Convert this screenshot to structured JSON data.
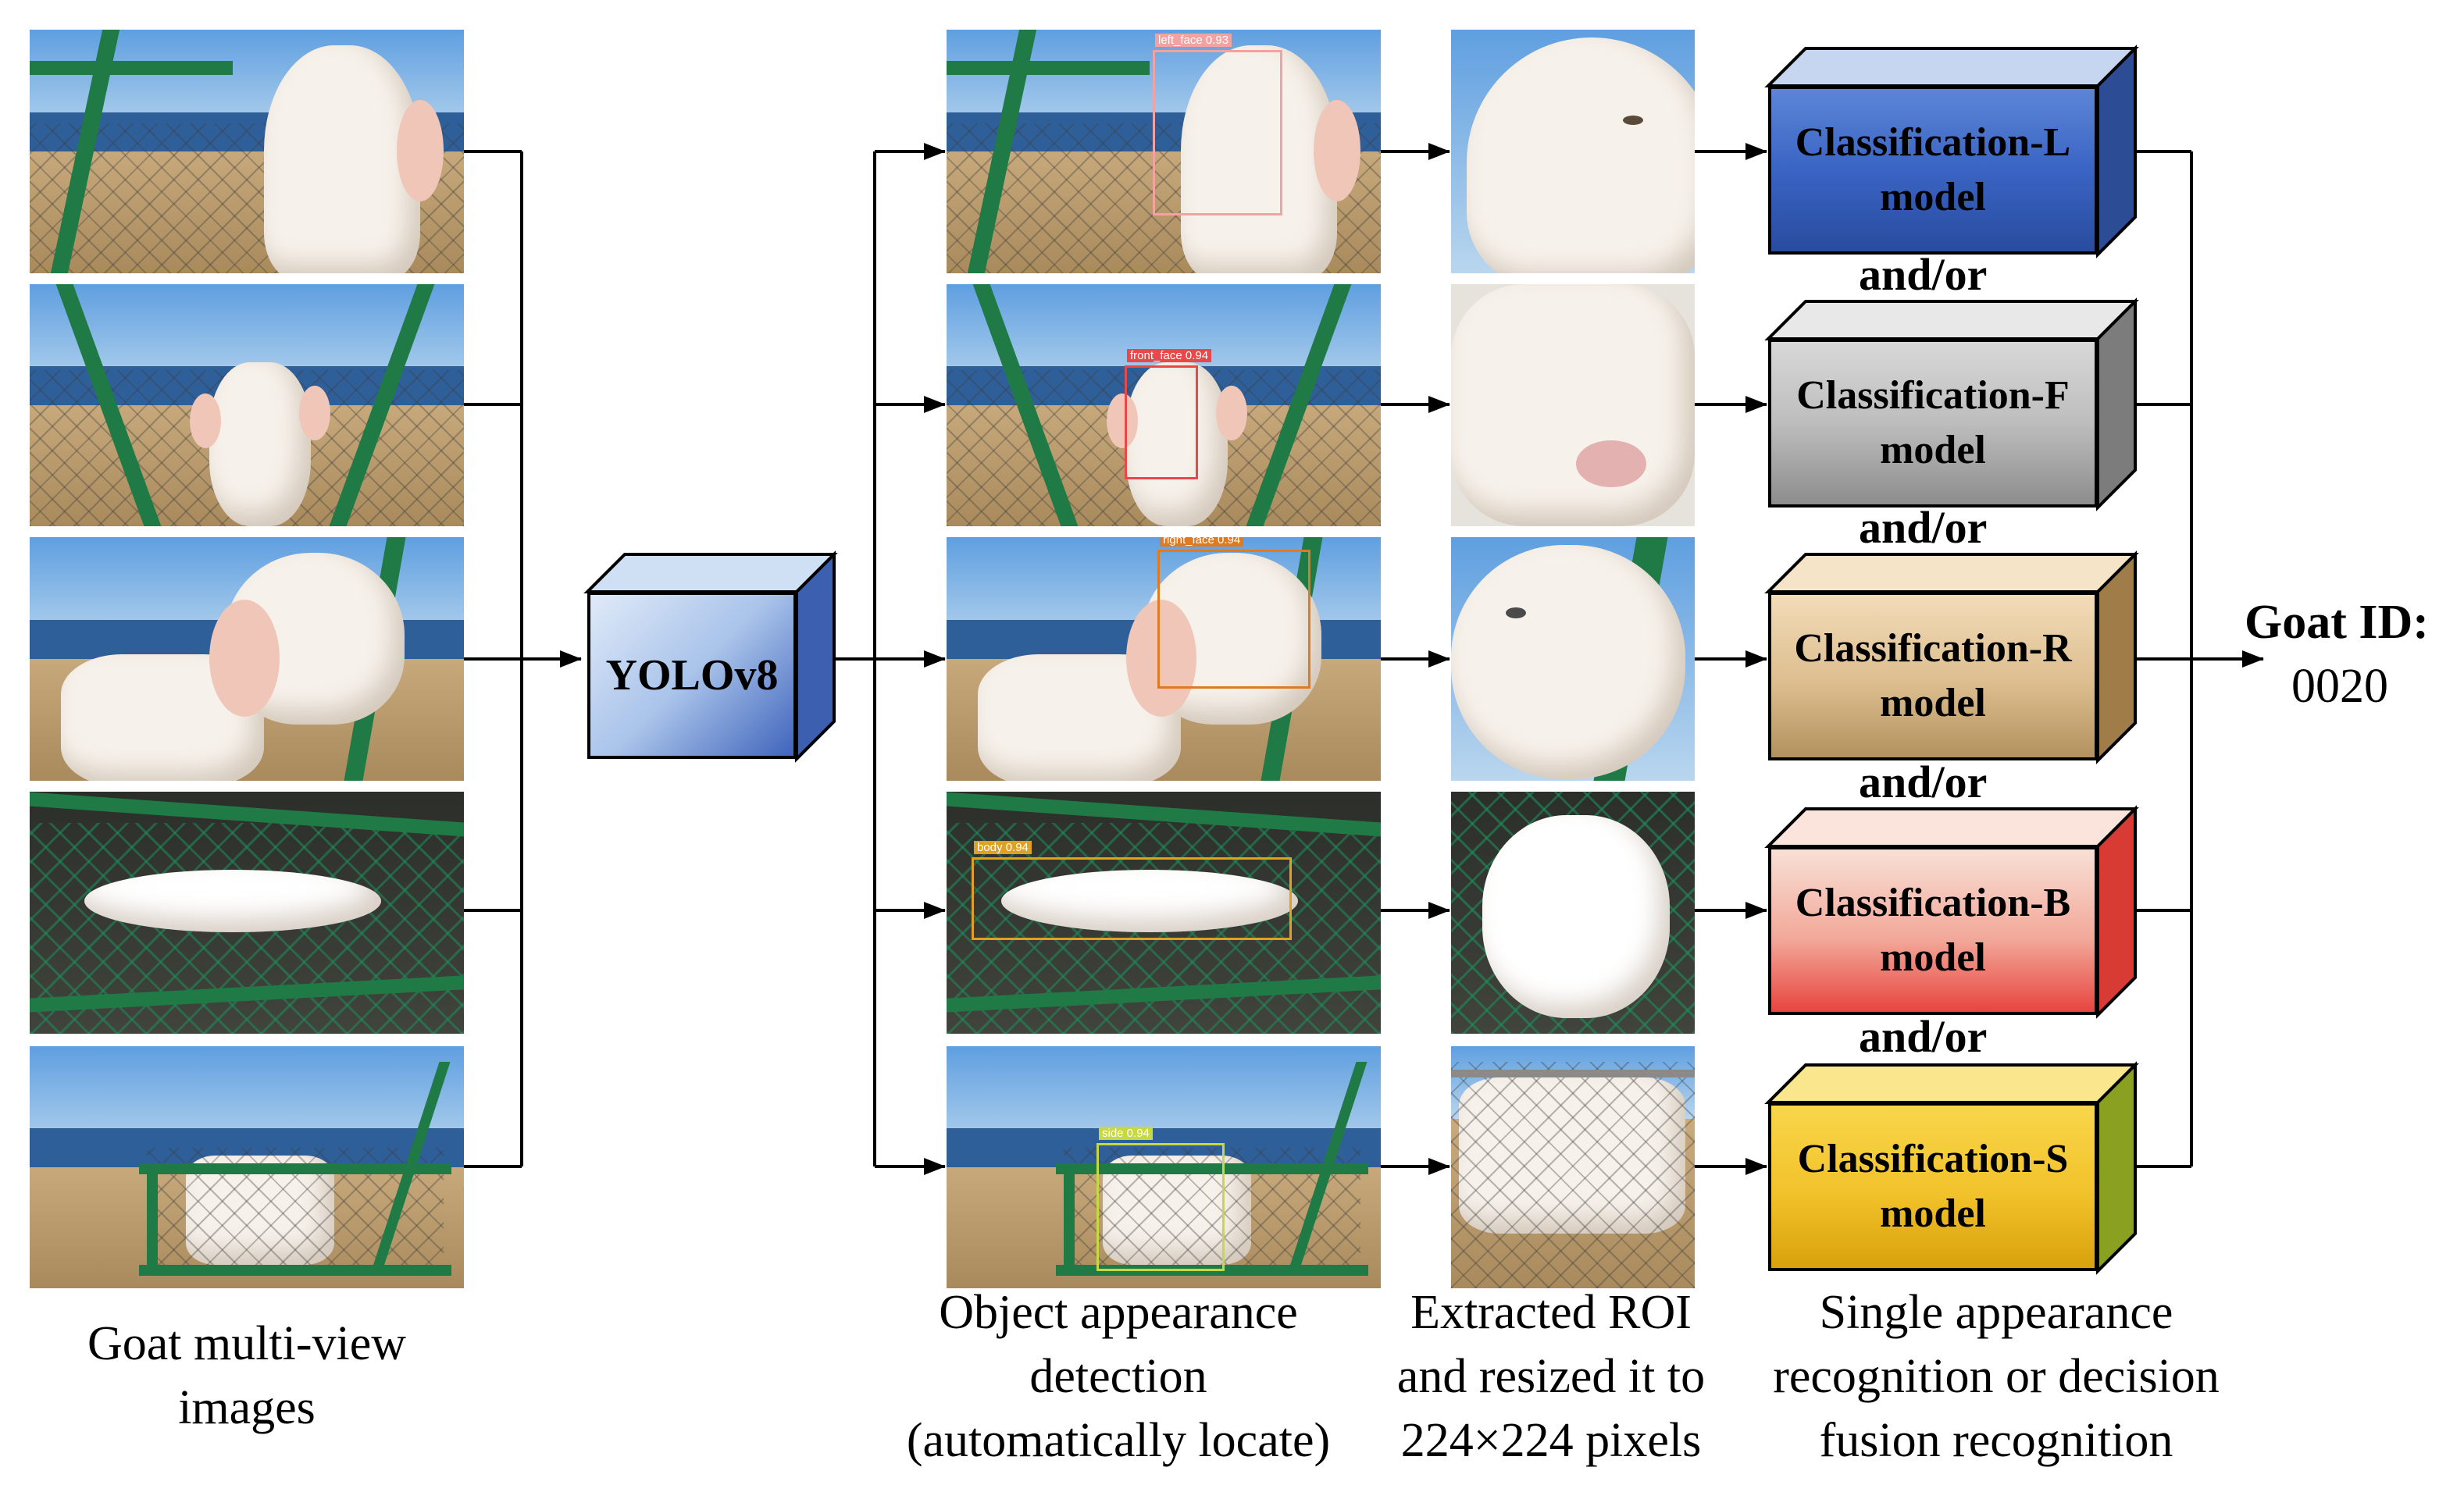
{
  "detector": {
    "label": "YOLOv8"
  },
  "classifiers": [
    {
      "label": "Classification-L model",
      "color_top": "#3a64c4",
      "color_bottom": "#284c9e"
    },
    {
      "label": "Classification-F model",
      "color_top": "#cfcfcf",
      "color_bottom": "#8d8d8d"
    },
    {
      "label": "Classification-R model",
      "color_top": "#f0d6ae",
      "color_bottom": "#b2925e"
    },
    {
      "label": "Classification-B model",
      "color_top": "#f5d4c8",
      "color_bottom": "#e8453f"
    },
    {
      "label": "Classification-S model",
      "color_top": "#f4d54a",
      "color_bottom": "#d8a10c"
    }
  ],
  "connectors": [
    "and/or",
    "and/or",
    "and/or",
    "and/or"
  ],
  "detections": [
    {
      "label": "left_face 0.93",
      "color": "#f3a2a2"
    },
    {
      "label": "front_face 0.94",
      "color": "#e84848"
    },
    {
      "label": "right_face 0.94",
      "color": "#e07a20"
    },
    {
      "label": "body 0.94",
      "color": "#e0a020"
    },
    {
      "label": "side 0.94",
      "color": "#c8d840"
    }
  ],
  "captions": {
    "input": [
      "Goat multi-view",
      "images"
    ],
    "detection": [
      "Object appearance",
      "detection",
      "(automatically locate)"
    ],
    "roi": [
      "Extracted ROI",
      "and resized it to",
      "224×224 pixels"
    ],
    "recognition": [
      "Single appearance",
      "recognition or decision",
      "fusion recognition"
    ]
  },
  "output": {
    "title": "Goat ID:",
    "value": "0020"
  }
}
